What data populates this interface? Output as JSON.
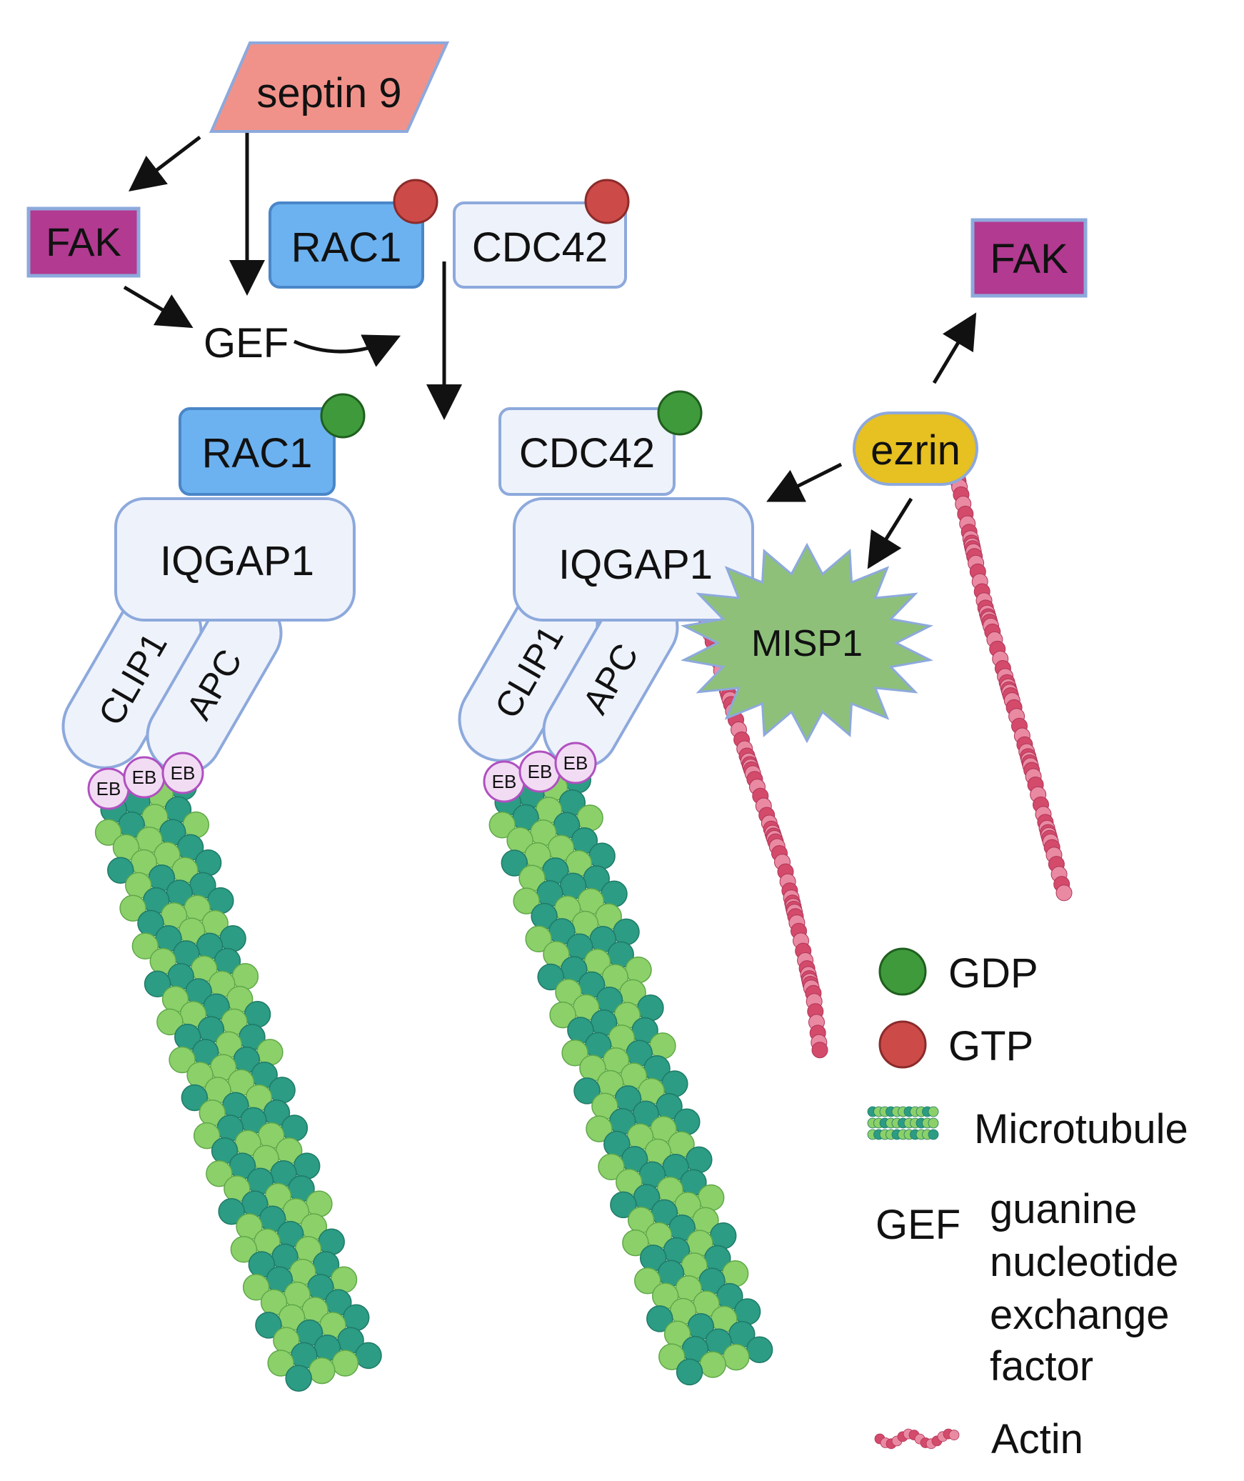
{
  "nodes": {
    "septin9": "septin 9",
    "fak_left": "FAK",
    "fak_right": "FAK",
    "gef": "GEF",
    "rac1_gtp": "RAC1",
    "cdc42_gtp": "CDC42",
    "rac1_gdp": "RAC1",
    "cdc42_gdp": "CDC42",
    "iqgap1_left": "IQGAP1",
    "iqgap1_right": "IQGAP1",
    "clip1_left": "CLIP1",
    "apc_left": "APC",
    "clip1_right": "CLIP1",
    "apc_right": "APC",
    "ezrin": "ezrin",
    "misp1": "MISP1",
    "eb": "EB"
  },
  "legend": {
    "gdp": "GDP",
    "gtp": "GTP",
    "microtubule": "Microtubule",
    "gef_abbrev": "GEF",
    "gef_def_lines": [
      "guanine",
      "nucleotide",
      "exchange",
      "factor"
    ],
    "actin": "Actin"
  },
  "colors": {
    "septin": "#f0928a",
    "fak": "#b23a91",
    "rac1": "#6cb2f0",
    "cdc42": "#eef2fb",
    "iqgap": "#eef2fb",
    "box_border": "#8da9dc",
    "gtp": "#cc4a48",
    "gdp": "#3f9a3c",
    "ezrin": "#e7c021",
    "misp1": "#8ec07a",
    "actin": "#d44a6b",
    "microtubule_dark": "#2c9c84",
    "microtubule_light": "#8cd06a",
    "eb": "#f1dcf3"
  }
}
